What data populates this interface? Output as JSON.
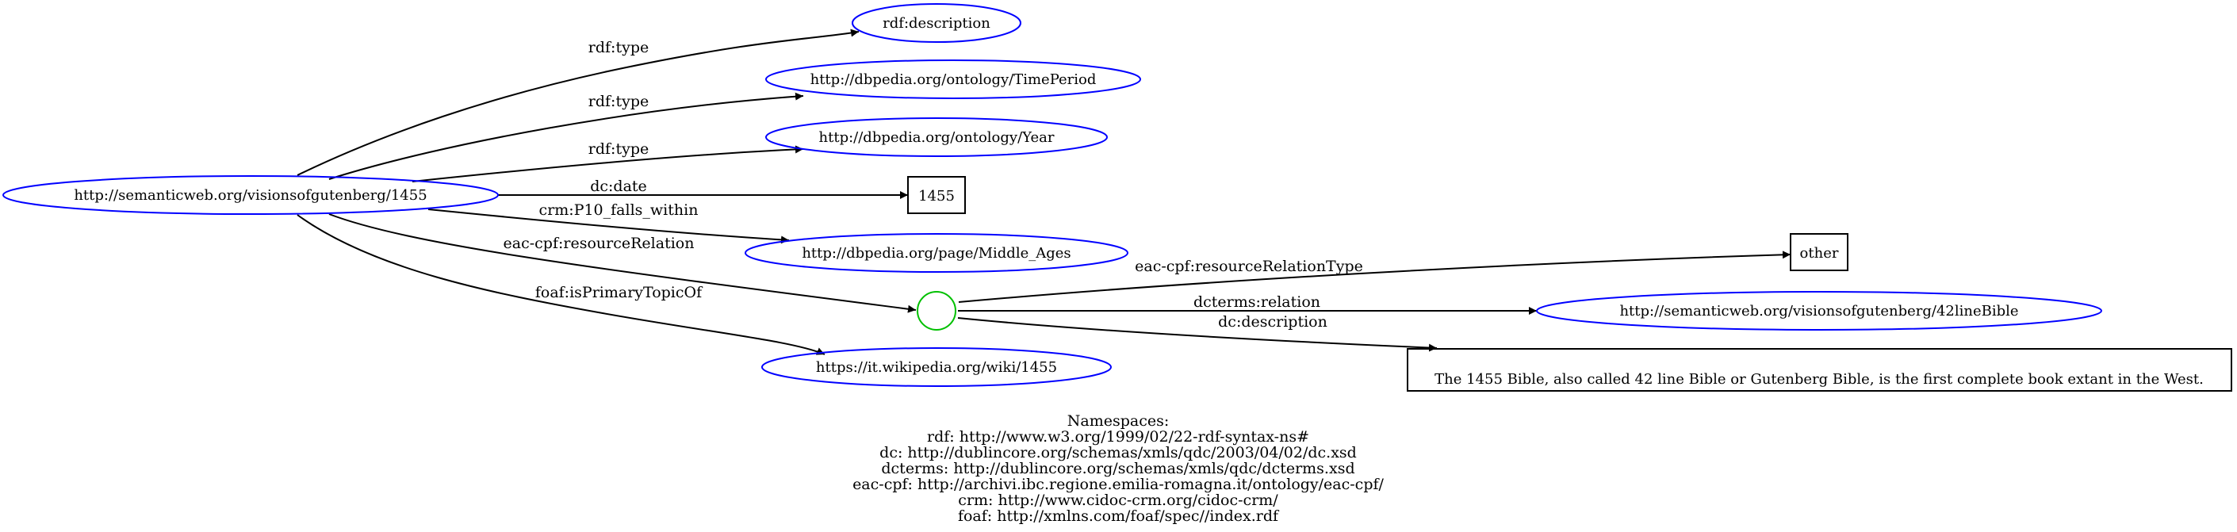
{
  "colors": {
    "uri_node": "#0000ff",
    "blank_node": "#00c000",
    "literal_node": "#000000",
    "edge": "#000000",
    "background": "#ffffff"
  },
  "nodes": {
    "subject": "http://semanticweb.org/visionsofgutenberg/1455",
    "rdf_description": "rdf:description",
    "time_period": "http://dbpedia.org/ontology/TimePeriod",
    "year": "http://dbpedia.org/ontology/Year",
    "date_literal": "1455",
    "middle_ages": "http://dbpedia.org/page/Middle_Ages",
    "wiki": "https://it.wikipedia.org/wiki/1455",
    "other_literal": "other",
    "bible_42": "http://semanticweb.org/visionsofgutenberg/42lineBible",
    "description_literal": "The 1455 Bible, also called 42 line Bible or Gutenberg Bible, is the first complete book extant in the West."
  },
  "edges": {
    "type_1": "rdf:type",
    "type_2": "rdf:type",
    "type_3": "rdf:type",
    "date": "dc:date",
    "falls_within": "crm:P10_falls_within",
    "resource_relation": "eac-cpf:resourceRelation",
    "primary_topic": "foaf:isPrimaryTopicOf",
    "relation_type": "eac-cpf:resourceRelationType",
    "relation": "dcterms:relation",
    "description": "dc:description"
  },
  "namespaces": {
    "title": "Namespaces:",
    "rdf": "rdf: http://www.w3.org/1999/02/22-rdf-syntax-ns#",
    "dc": "dc: http://dublincore.org/schemas/xmls/qdc/2003/04/02/dc.xsd",
    "dcterms": "dcterms: http://dublincore.org/schemas/xmls/qdc/dcterms.xsd",
    "eac_cpf": "eac-cpf: http://archivi.ibc.regione.emilia-romagna.it/ontology/eac-cpf/",
    "crm": "crm: http://www.cidoc-crm.org/cidoc-crm/",
    "foaf": "foaf: http://xmlns.com/foaf/spec//index.rdf"
  }
}
